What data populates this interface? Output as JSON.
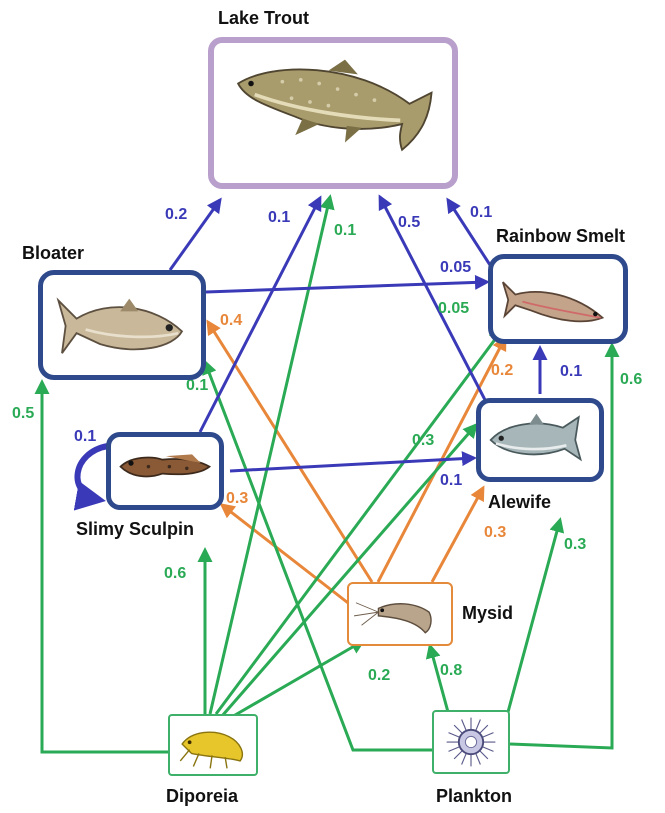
{
  "colors": {
    "predator_border": "#b9a0cc",
    "fish_border": "#2f4a8c",
    "invertebrate_border": "#e38b3a",
    "base_border": "#3fb06a",
    "flow_blue": "#3a3ab8",
    "flow_green": "#2aaa55",
    "flow_orange": "#e8873a"
  },
  "nodes": {
    "lake_trout": {
      "label": "Lake Trout",
      "icon": "lake-trout-fish"
    },
    "bloater": {
      "label": "Bloater",
      "icon": "bloater-fish"
    },
    "rainbow_smelt": {
      "label": "Rainbow Smelt",
      "icon": "smelt-fish"
    },
    "slimy_sculpin": {
      "label": "Slimy Sculpin",
      "icon": "sculpin-fish"
    },
    "alewife": {
      "label": "Alewife",
      "icon": "alewife-fish"
    },
    "mysid": {
      "label": "Mysid",
      "icon": "mysid-shrimp"
    },
    "diporeia": {
      "label": "Diporeia",
      "icon": "diporeia-amphipod"
    },
    "plankton": {
      "label": "Plankton",
      "icon": "plankton-organism"
    }
  },
  "edges": [
    {
      "from": "Bloater",
      "to": "Lake Trout",
      "value": "0.2",
      "color": "blue"
    },
    {
      "from": "Slimy Sculpin",
      "to": "Lake Trout",
      "value": "0.1",
      "color": "blue"
    },
    {
      "from": "Diporeia",
      "to": "Lake Trout",
      "value": "0.1",
      "color": "green"
    },
    {
      "from": "Alewife",
      "to": "Lake Trout",
      "value": "0.5",
      "color": "blue"
    },
    {
      "from": "Rainbow Smelt",
      "to": "Lake Trout",
      "value": "0.1",
      "color": "blue"
    },
    {
      "from": "Bloater",
      "to": "Rainbow Smelt",
      "value": "0.05",
      "color": "blue"
    },
    {
      "from": "Diporeia",
      "to": "Rainbow Smelt",
      "value": "0.05",
      "color": "green"
    },
    {
      "from": "Mysid",
      "to": "Bloater",
      "value": "0.4",
      "color": "orange"
    },
    {
      "from": "Plankton",
      "to": "Bloater",
      "value": "0.1",
      "color": "green"
    },
    {
      "from": "Diporeia",
      "to": "Bloater",
      "value": "0.5",
      "color": "green"
    },
    {
      "from": "Slimy Sculpin",
      "to": "Slimy Sculpin",
      "value": "0.1",
      "color": "blue"
    },
    {
      "from": "Slimy Sculpin",
      "to": "Alewife",
      "value": "0.1",
      "color": "blue"
    },
    {
      "from": "Alewife",
      "to": "Rainbow Smelt",
      "value": "0.1",
      "color": "blue"
    },
    {
      "from": "Mysid",
      "to": "Rainbow Smelt",
      "value": "0.2",
      "color": "orange"
    },
    {
      "from": "Plankton",
      "to": "Rainbow Smelt",
      "value": "0.6",
      "color": "green"
    },
    {
      "from": "Diporeia",
      "to": "Alewife",
      "value": "0.3",
      "color": "green"
    },
    {
      "from": "Mysid",
      "to": "Slimy Sculpin",
      "value": "0.3",
      "color": "orange"
    },
    {
      "from": "Mysid",
      "to": "Alewife",
      "value": "0.3",
      "color": "orange"
    },
    {
      "from": "Plankton",
      "to": "Alewife",
      "value": "0.3",
      "color": "green"
    },
    {
      "from": "Diporeia",
      "to": "Slimy Sculpin",
      "value": "0.6",
      "color": "green"
    },
    {
      "from": "Diporeia",
      "to": "Mysid",
      "value": "0.2",
      "color": "green"
    },
    {
      "from": "Plankton",
      "to": "Mysid",
      "value": "0.8",
      "color": "green"
    }
  ]
}
